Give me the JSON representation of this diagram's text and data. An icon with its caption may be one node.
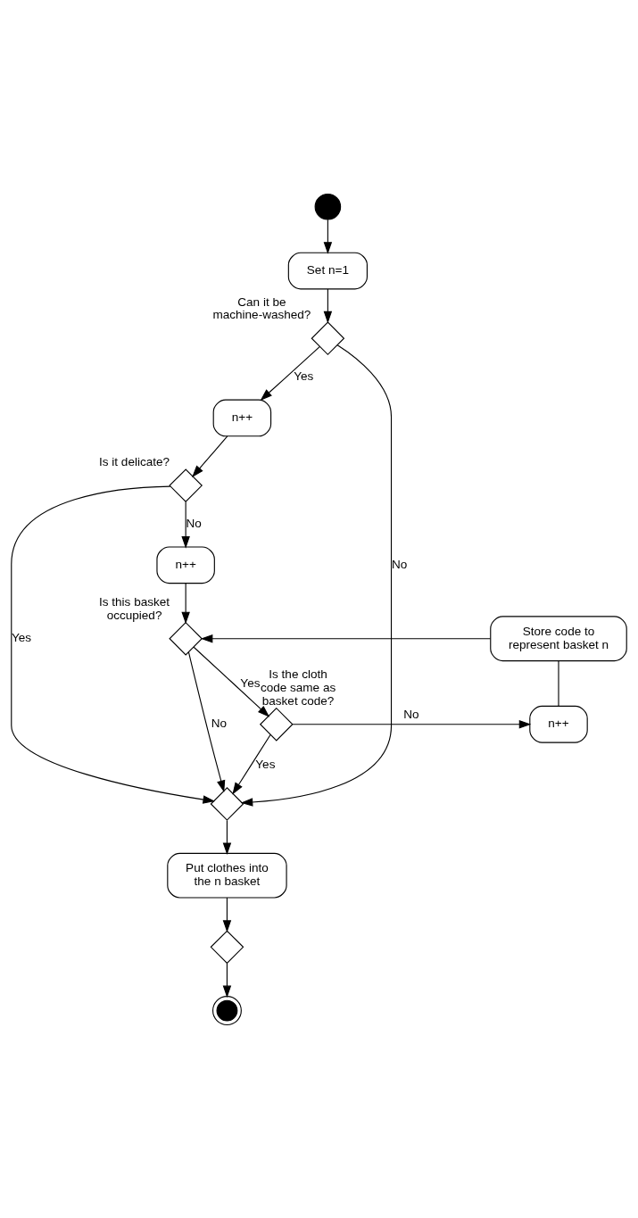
{
  "diagram": {
    "nodes": [
      {
        "text": [],
        "shape": "circle"
      },
      {
        "text": [
          "Set n=1"
        ]
      },
      {
        "text": [],
        "shape": "diamond",
        "beside": [
          "Can it be machine-washed?"
        ]
      },
      {
        "text": [
          "n++"
        ]
      },
      {
        "text": [],
        "shape": "diamond",
        "beside": [
          "Is it delicate?"
        ]
      },
      {
        "text": [
          "n++"
        ]
      },
      {
        "text": [],
        "shape": "diamond",
        "beside": [
          "Is this basket occupied?"
        ]
      },
      {
        "text": [],
        "shape": "diamond",
        "beside": [
          "Is the cloth code same as basket code?"
        ]
      },
      {
        "text": [
          "n++"
        ]
      },
      {
        "text": [
          "Store code to represent basket n"
        ]
      },
      {
        "text": [],
        "shape": "diamond"
      },
      {
        "text": [
          "Put clothes into the n basket"
        ]
      },
      {
        "text": [],
        "shape": "diamond"
      },
      {
        "text": [],
        "shape": "circle"
      }
    ],
    "edges": [
      {
        "from": 0,
        "to": 1,
        "arrow": "to"
      },
      {
        "from": 1,
        "to": 2,
        "arrow": "to"
      },
      {
        "from": 2,
        "to": 10,
        "arrow": "to",
        "label": "No"
      },
      {
        "from": 2,
        "to": 3,
        "arrow": "to",
        "label": "Yes"
      },
      {
        "from": 3,
        "to": 4,
        "arrow": "to"
      },
      {
        "from": 4,
        "to": 10,
        "arrow": "to",
        "label": "Yes"
      },
      {
        "from": 4,
        "to": 5,
        "arrow": "to",
        "label": "No"
      },
      {
        "from": 5,
        "to": 6,
        "arrow": "to"
      },
      {
        "from": 6,
        "to": 10,
        "arrow": "to",
        "label": "No"
      },
      {
        "from": 6,
        "to": 7,
        "arrow": "to",
        "label": "Yes"
      },
      {
        "from": 7,
        "to": 8,
        "arrow": "to",
        "label": "No"
      },
      {
        "from": 8,
        "to": 9,
        "arrow": "none"
      },
      {
        "from": 9,
        "to": 6,
        "arrow": "to"
      },
      {
        "from": 7,
        "to": 10,
        "arrow": "to",
        "label": "Yes"
      },
      {
        "from": 10,
        "to": 11,
        "arrow": "to"
      },
      {
        "from": 11,
        "to": 12,
        "arrow": "to"
      },
      {
        "from": 12,
        "to": 13,
        "arrow": "to"
      }
    ]
  }
}
